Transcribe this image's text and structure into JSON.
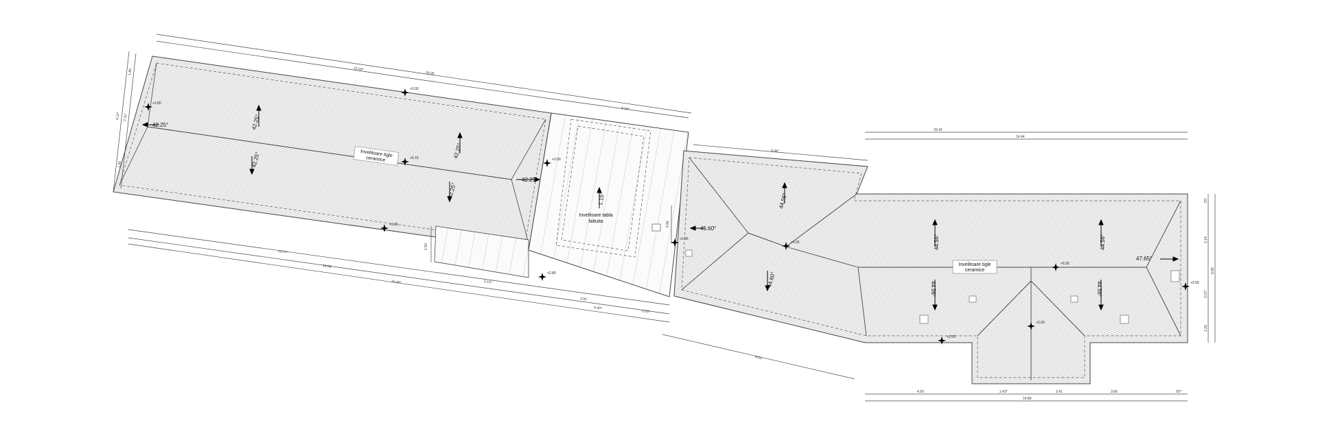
{
  "colors": {
    "line": "#444444",
    "hatch_fill": "#f2f2f2",
    "marker": "#000000",
    "background": "#ffffff"
  },
  "icons": {
    "level_marker": "level-marker-icon",
    "slope_arrow": "slope-arrow-icon"
  },
  "labels": {
    "roof_left": [
      "Invelitoare tigle",
      "ceramice"
    ],
    "roof_middle": [
      "Invelitoare tabla",
      "faltuita"
    ],
    "roof_right": [
      "Invelitoare tigle",
      "ceramice"
    ]
  },
  "angles": {
    "left_hip_west": "42.25°",
    "left_slope_n1": "42.25°",
    "left_slope_n2": "42.25°",
    "left_slope_s1": "42.25°",
    "left_slope_s2": "42.25°",
    "left_hip_east": "42.25°",
    "middle_slope": "1.15°",
    "right_hip_west": "45.60°",
    "right_north_slope": "44.56°",
    "right_south_slope": "44.60°",
    "right_slope_a": "44.56°",
    "right_slope_b": "44.56°",
    "right_slope_c": "44.56°",
    "right_slope_d": "44.56°",
    "right_hip_east": "47.65°"
  },
  "levels": {
    "left_top": "+3.00",
    "left_west": "+2.80",
    "left_ridge": "+6.15",
    "left_east": "+3.00",
    "left_bottom": "+3.20",
    "middle_bottom": "+2.80",
    "right_west": "+2.55",
    "right_valley": "+5.55",
    "right_ridge": "+5.55",
    "right_center": "+3.00",
    "right_bottom": "+2.55",
    "right_east": "+2.55"
  },
  "dimensions": {
    "top_overall": "24.35",
    "top_left": "15.18*",
    "top_middle": "8.16*",
    "left_total": "6.11*",
    "left_a": "1.80",
    "left_b": "2.31*",
    "left_c": "1.85",
    "bottom_1": "13.77*",
    "bottom_2": "15.08",
    "bottom_3": "24.45*",
    "bottom_4": "5.13*",
    "bottom_5": "3.00",
    "bottom_6": "6.40*",
    "bottom_7": "2.03*",
    "mid_height_a": "1.50",
    "mid_height_b": "6.56",
    "right_mid_top": "6.34*",
    "right_overall_top": "20.43",
    "right_top_2": "14.44",
    "right_diag_bottom": "8.01",
    "right_side_total": "5.85",
    "right_side_a": "1.25",
    "right_side_b": "2.07*",
    "right_side_c": "2.14",
    "right_side_d": ".75*",
    "right_bottom_1": "4.50",
    "right_bottom_2": "2.43*",
    "right_bottom_3": "2.41",
    "right_bottom_4": "3.66",
    "right_bottom_5": ".50*",
    "right_bottom_total": "14.80"
  }
}
